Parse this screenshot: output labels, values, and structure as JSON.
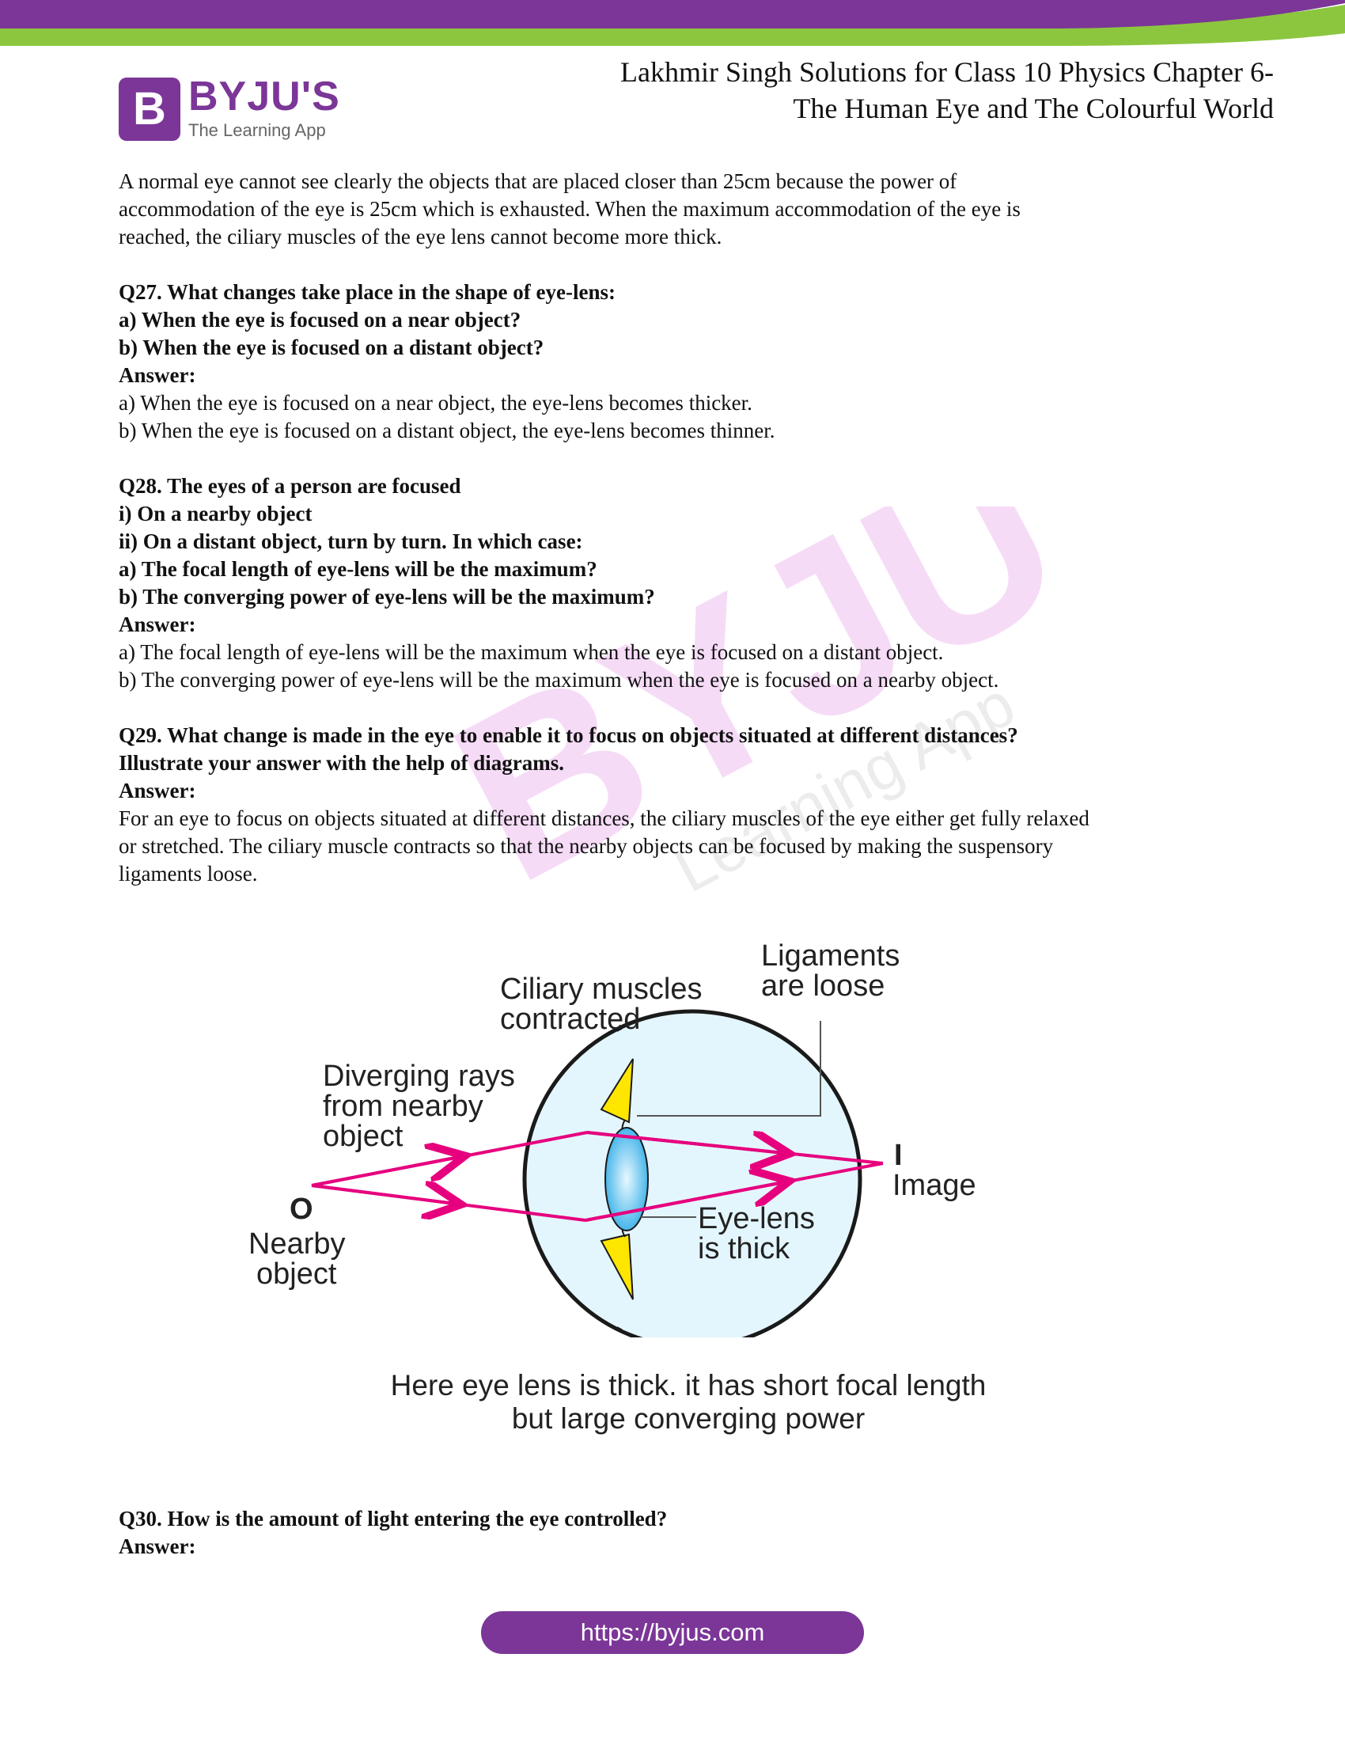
{
  "brand": {
    "logo_letter": "B",
    "name": "BYJU'S",
    "tagline": "The Learning App",
    "purple": "#7b3697",
    "green": "#8cc63f",
    "watermark_text": "BYJU'S",
    "watermark_tagline": "Learning App"
  },
  "header": {
    "line1": "Lakhmir Singh Solutions for Class 10 Physics Chapter 6-",
    "line2": "The Human Eye and The Colourful World"
  },
  "intro": {
    "lines": [
      "A normal eye cannot see clearly the objects that are placed closer than 25cm because the power of",
      "accommodation of the eye is 25cm which is exhausted. When the maximum accommodation of the eye is",
      "reached, the ciliary muscles of the eye lens cannot become more thick."
    ]
  },
  "q27": {
    "question": "Q27. What changes take place in the shape of eye-lens:",
    "part_a": "a) When the eye is focused on a near object?",
    "part_b": "b) When the eye is focused on a distant object?",
    "answer_label": "Answer:",
    "answer_a": "a) When the eye is focused on a near object, the eye-lens becomes thicker.",
    "answer_b": "b) When the eye is focused on a distant object, the eye-lens becomes thinner."
  },
  "q28": {
    "question": "Q28. The eyes of a person are focused",
    "item_i": "i) On a nearby object",
    "item_ii": "ii) On a distant object, turn by turn. In which case:",
    "part_a": "a) The focal length of eye-lens will be the maximum?",
    "part_b": "b) The converging power of eye-lens will be the maximum?",
    "answer_label": "Answer:",
    "answer_a": "a) The focal length of eye-lens will be the maximum when the eye is focused on a distant object.",
    "answer_b": "b) The converging power of eye-lens will be the maximum when the eye is focused on a nearby object."
  },
  "q29": {
    "question_line1": "Q29. What change is made in the eye to enable it to focus on objects situated at different distances?",
    "question_line2": "Illustrate your answer with the help of diagrams.",
    "answer_label": "Answer:",
    "answer_lines": [
      "For an eye to focus on objects situated at different distances, the ciliary muscles of the eye either get fully relaxed",
      "or stretched. The ciliary muscle contracts so that the nearby objects can be focused by making the suspensory",
      "ligaments loose."
    ]
  },
  "diagram": {
    "ligaments_1": "Ligaments",
    "ligaments_2": "are loose",
    "ciliary_1": "Ciliary muscles",
    "ciliary_2": "contracted",
    "diverging_1": "Diverging rays",
    "diverging_2": "from nearby",
    "diverging_3": "object",
    "object_marker": "O",
    "nearby_1": "Nearby",
    "nearby_2": "object",
    "image_marker": "I",
    "image_label": "Image",
    "eyelens_1": "Eye-lens",
    "eyelens_2": "is thick",
    "caption_line1": "Here eye lens is thick. it has short focal length",
    "caption_line2": "but large converging power",
    "ray_color": "#e6007e",
    "eyeball_fill": "#e4f6fd",
    "muscle_color": "#ffe600"
  },
  "q30": {
    "question": "Q30. How is the amount of light entering the eye controlled?",
    "answer_label": "Answer:"
  },
  "footer": {
    "url": "https://byjus.com"
  }
}
